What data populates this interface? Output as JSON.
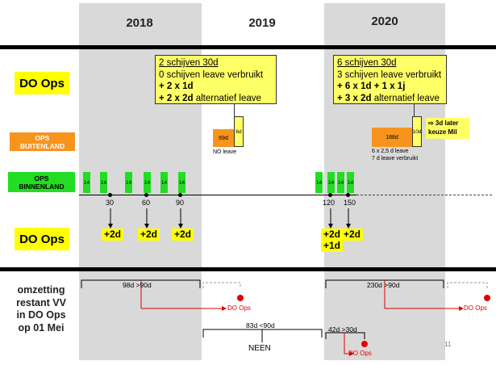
{
  "years": [
    "2018",
    "2019",
    "2020"
  ],
  "rows": {
    "do_ops_top": "DO Ops",
    "ops_buitenland": [
      "OPS",
      "BUITENLAND"
    ],
    "ops_binnenland": [
      "OPS",
      "BINNENLAND"
    ],
    "do_ops_bottom": "DO Ops"
  },
  "callout_2019": {
    "line1": "2 schijven 30d",
    "line2": "0 schijven leave verbruikt",
    "line3": "+ 2 x 1d",
    "line4_bold": "+ 2 x 2d",
    "line4_rest": " alternatief leave"
  },
  "callout_2020": {
    "line1": "6 schijven 30d",
    "line2": "3 schijven leave verbruikt",
    "line3": "+ 6 x 1d + 1 x 1j",
    "line4_bold": "+ 3 x 2d",
    "line4_rest": " alternatief leave"
  },
  "buitenland_2019": {
    "orange_value": "69d",
    "yellow_value": "6d",
    "note": "NO leave"
  },
  "buitenland_2020": {
    "orange_value": "188d",
    "yellow_value": "10d",
    "note_line1": "6 x 2,5 d leave",
    "note_line2": "7 d leave verbruikt",
    "later_line1": "⇨ 3d later",
    "later_line2": "keuze Mil"
  },
  "green_block_value": "14",
  "ticks": [
    "30",
    "60",
    "90",
    "120",
    "150"
  ],
  "plus_tags": [
    "+2d",
    "+2d",
    "+2d",
    "+2d",
    "+2d",
    "+1d"
  ],
  "bottom_label": [
    "omzetting",
    "restant VV",
    "in DO Ops",
    "op 01 Mei"
  ],
  "brackets": {
    "b2018": "98d >90d",
    "b2020": "230d >90d",
    "b2019": "83d <90d",
    "b2020_small": "42d >30d"
  },
  "arrow_labels": {
    "do_ops": "DO Ops"
  },
  "neen": "NEEN",
  "page_number": "11"
}
